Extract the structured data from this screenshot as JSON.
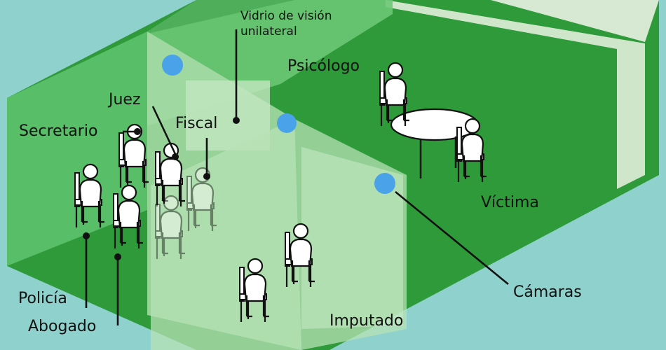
{
  "labels": {
    "mirror_line1": "Vidrio de visión",
    "mirror_line2": "unilateral",
    "psychologist": "Psicólogo",
    "judge": "Juez",
    "secretary": "Secretario",
    "prosecutor": "Fiscal",
    "victim": "Víctima",
    "cameras": "Cámaras",
    "police": "Policía",
    "lawyer": "Abogado",
    "defendant": "Imputado"
  },
  "colors": {
    "background": "#8fd1cc",
    "floor": "#2f9a3a",
    "wall_green": "#5cc06a",
    "back_wall_light": "#d7e9d2",
    "right_wall": "#c9e2c6",
    "glass": "#a9dcaa",
    "camera": "#4aa3e8",
    "figure_fill": "#ffffff",
    "figure_stroke": "#111111"
  },
  "icons": [
    "camera-icon",
    "person-icon",
    "chair-icon",
    "table-icon"
  ]
}
